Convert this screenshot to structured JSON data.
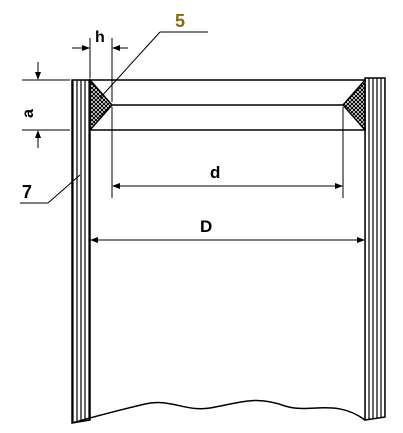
{
  "diagram": {
    "labels": {
      "h": "h",
      "a": "a",
      "d": "d",
      "D": "D",
      "part_5": "5",
      "part_7": "7"
    },
    "colors": {
      "line": "#000000",
      "callout_5": "#8a6a00",
      "background": "#ffffff"
    },
    "icons": {
      "weld": "hatched-triangle",
      "wall": "hatched-strip"
    }
  }
}
